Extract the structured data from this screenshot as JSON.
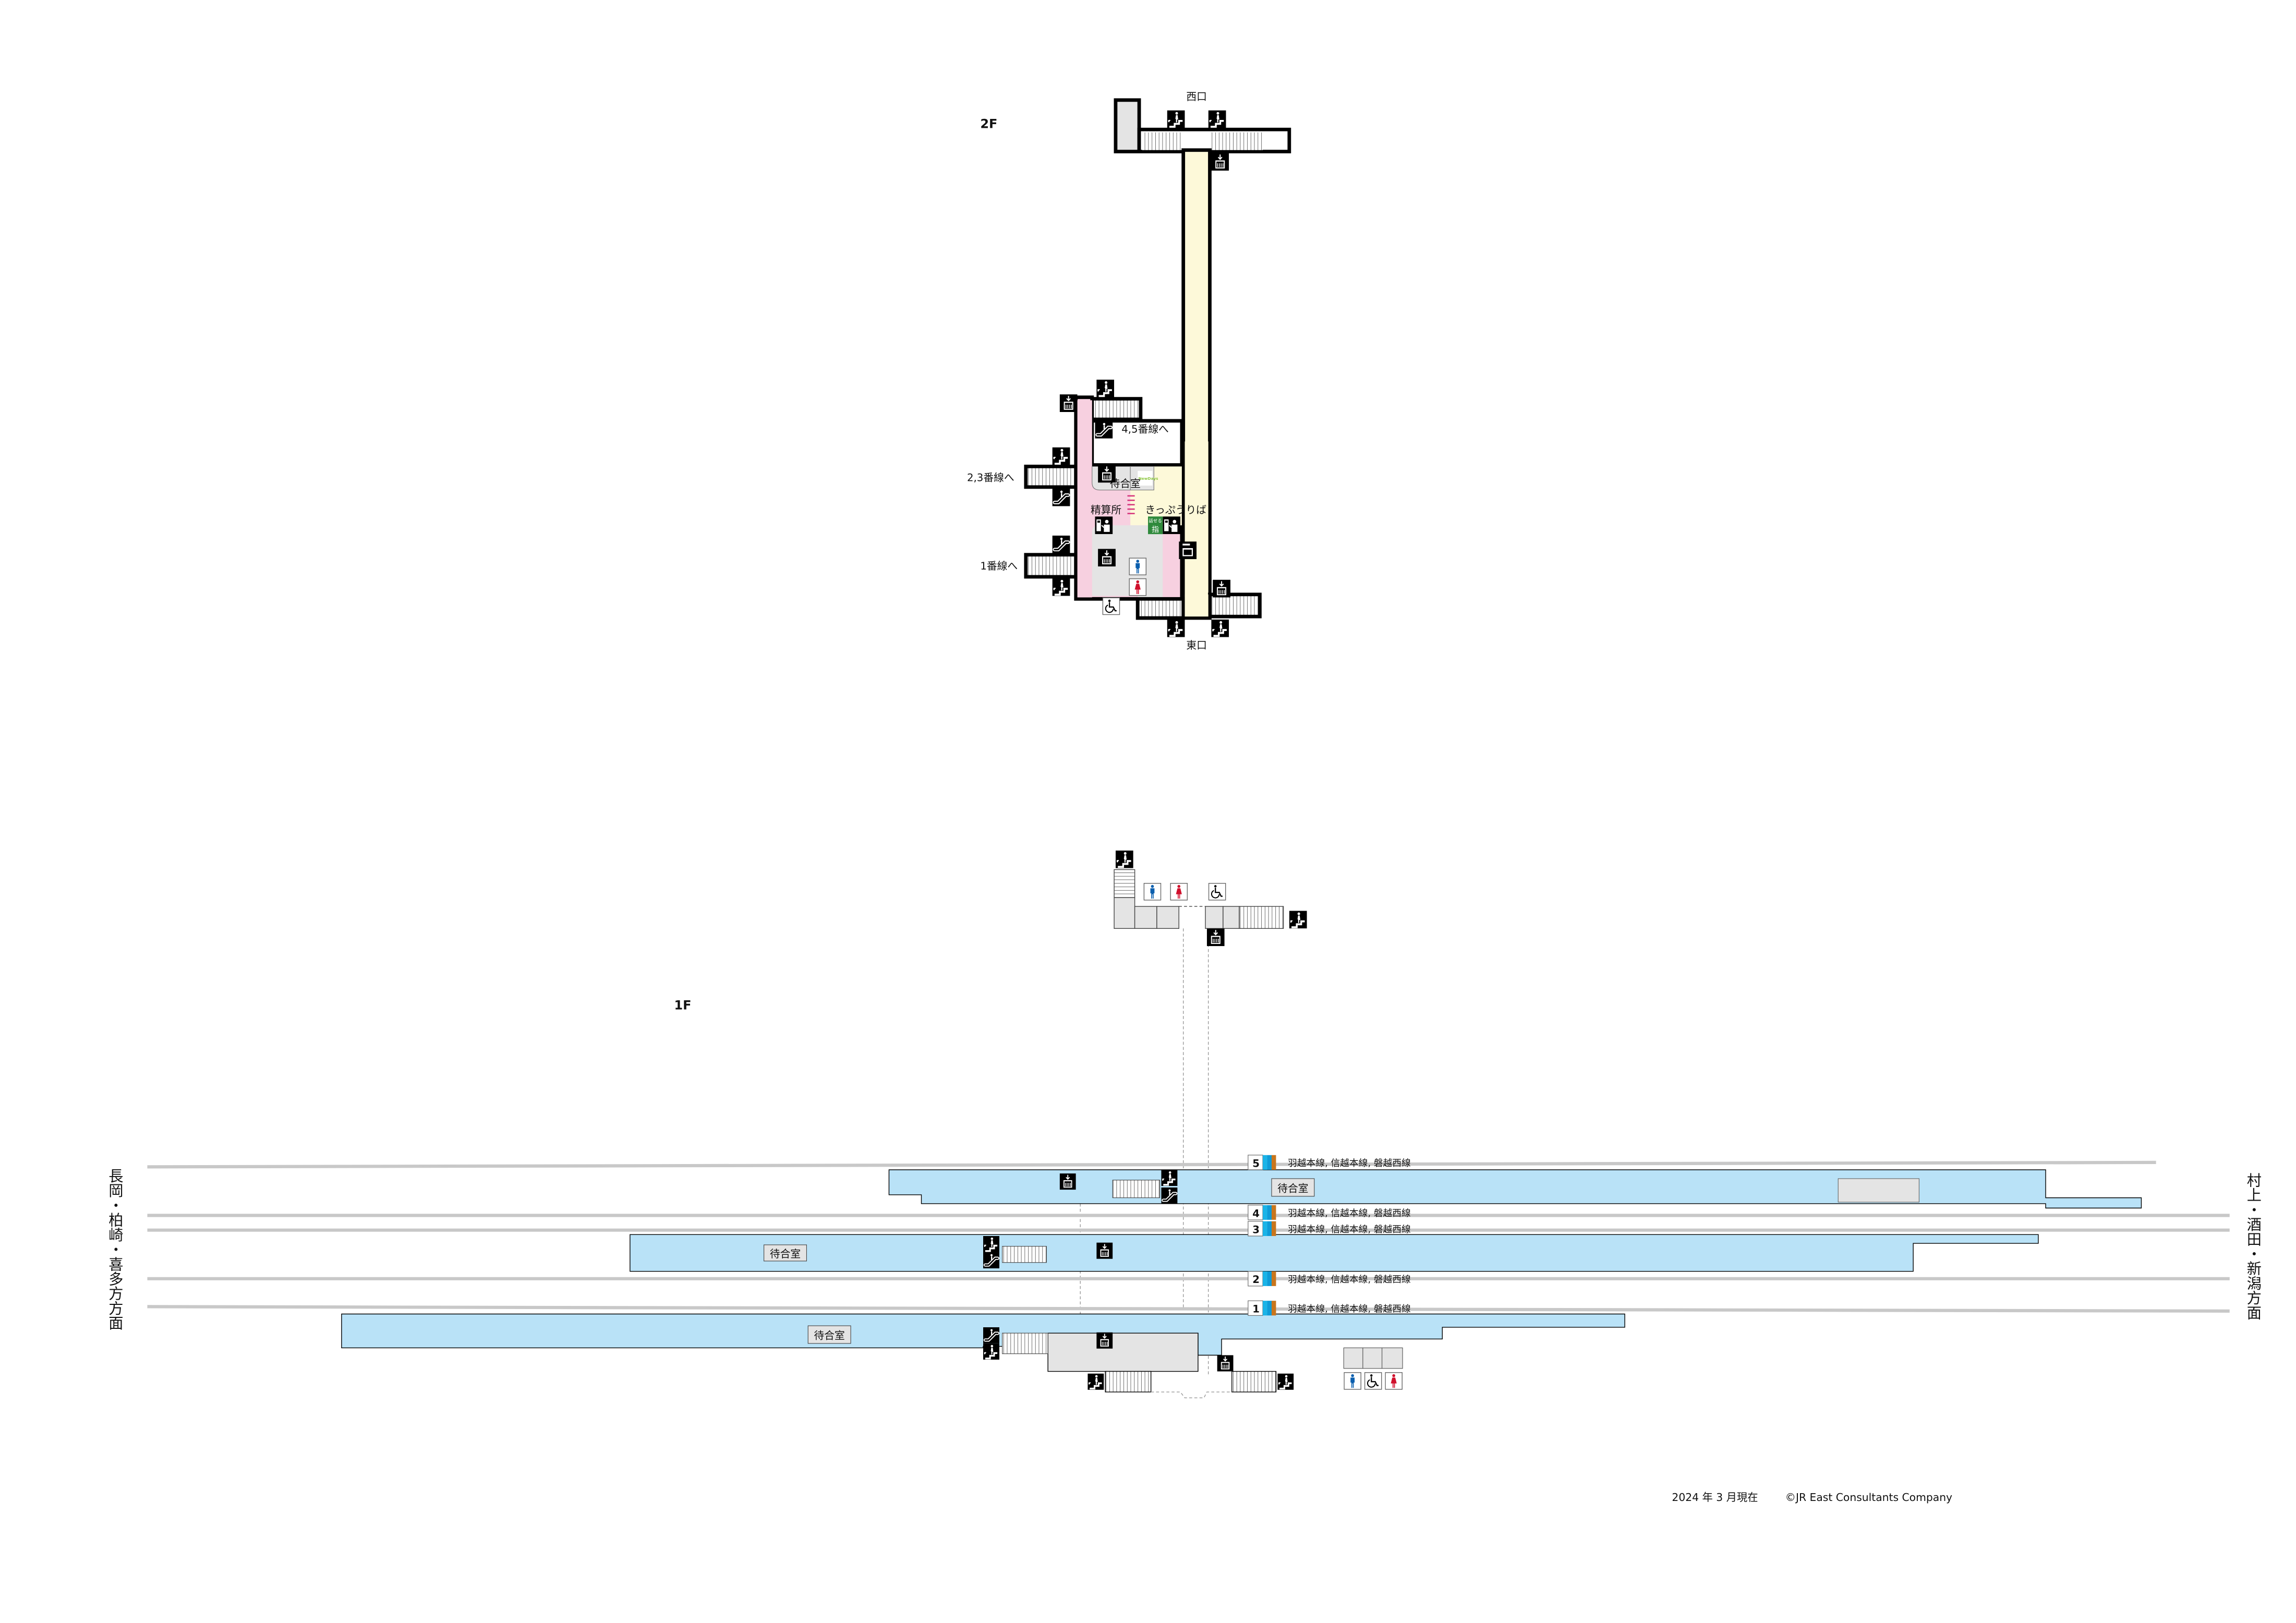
{
  "floors": {
    "upper": "2F",
    "lower": "1F"
  },
  "exits": {
    "west": "西口",
    "east": "東口"
  },
  "concourse": {
    "to_platform_45": "4,5番線へ",
    "to_platform_23": "2,3番線へ",
    "to_platform_1": "1番線へ",
    "waiting_room": "待合室",
    "fare_adjustment": "精算所",
    "ticket_office": "きっぷうりば",
    "newdays_logo": "NewDays",
    "talking_ticket_top": "話せる",
    "talking_ticket_bottom": "指"
  },
  "tracks": [
    {
      "number": "5",
      "lines": "羽越本線, 信越本線, 磐越西線"
    },
    {
      "number": "4",
      "lines": "羽越本線, 信越本線, 磐越西線"
    },
    {
      "number": "3",
      "lines": "羽越本線, 信越本線, 磐越西線"
    },
    {
      "number": "2",
      "lines": "羽越本線, 信越本線, 磐越西線"
    },
    {
      "number": "1",
      "lines": "羽越本線, 信越本線, 磐越西線"
    }
  ],
  "platforms": {
    "p45_waiting_room": "待合室",
    "p23_waiting_room": "待合室",
    "p1_waiting_room": "待合室"
  },
  "directions": {
    "west": "長岡・柏崎・喜多方方面",
    "east": "村上・酒田・新潟方面"
  },
  "footer": {
    "date": "2024 年 3 月現在",
    "copyright": "©JR East Consultants Company"
  },
  "colors": {
    "platform": "#b9e2f7",
    "concourse_free": "#fdf9d9",
    "concourse_paid": "#f7d0e0",
    "facility": "#e4e4e4",
    "track": "#c8c8c8",
    "line_blue": "#1ab4e8",
    "line_blue2": "#0f9bd7",
    "line_orange": "#c8761e",
    "men": "#0b5fae",
    "women": "#d0102c",
    "talking_ticket": "#2f8a3c"
  }
}
